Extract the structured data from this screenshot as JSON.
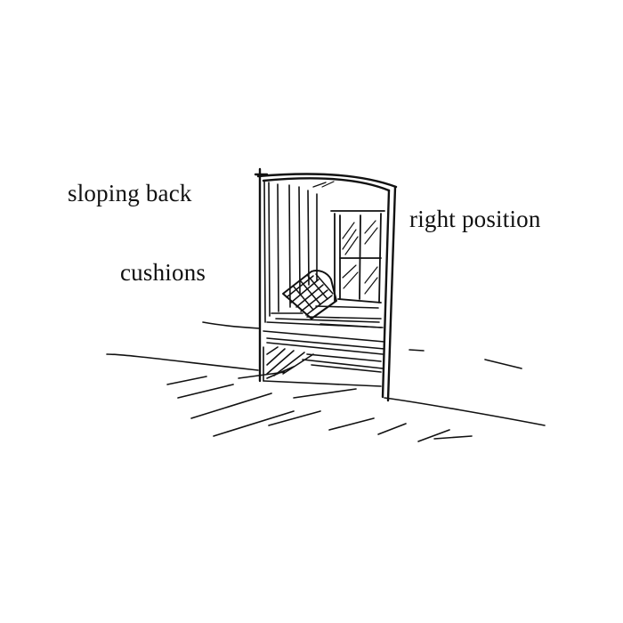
{
  "labels": {
    "sloping_back": "sloping back",
    "right_position": "right position",
    "cushions": "cushions"
  },
  "colors": {
    "ink": "#111111",
    "paper": "#ffffff"
  }
}
